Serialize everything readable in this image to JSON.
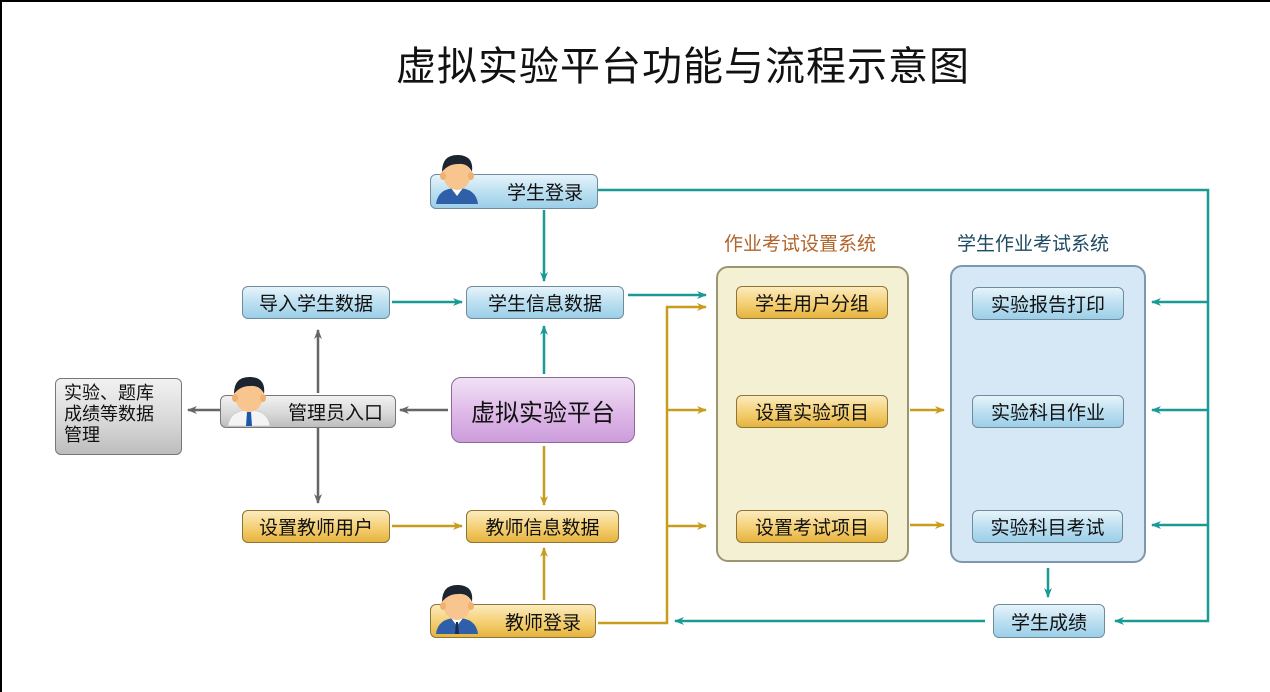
{
  "title": "虚拟实验平台功能与流程示意图",
  "colors": {
    "teal": "#1a9a96",
    "gold": "#c89c1c",
    "gray": "#666666",
    "setup_title": "#b2642a",
    "student_title": "#1e4a62"
  },
  "platform": {
    "label": "虚拟实验平台"
  },
  "student_login": {
    "label": "学生登录",
    "icon": "student-person-icon"
  },
  "teacher_login": {
    "label": "教师登录",
    "icon": "teacher-person-icon"
  },
  "admin_entry": {
    "label": "管理员入口",
    "icon": "admin-person-icon"
  },
  "admin_data": {
    "lines": [
      "实验、题库",
      "成绩等数据",
      "管理"
    ]
  },
  "import_students": {
    "label": "导入学生数据"
  },
  "student_info": {
    "label": "学生信息数据"
  },
  "set_teacher_users": {
    "label": "设置教师用户"
  },
  "teacher_info": {
    "label": "教师信息数据"
  },
  "setup_system": {
    "title": "作业考试设置系统",
    "items": [
      {
        "label": "学生用户分组"
      },
      {
        "label": "设置实验项目"
      },
      {
        "label": "设置考试项目"
      }
    ]
  },
  "student_system": {
    "title": "学生作业考试系统",
    "items": [
      {
        "label": "实验报告打印"
      },
      {
        "label": "实验科目作业"
      },
      {
        "label": "实验科目考试"
      }
    ]
  },
  "student_scores": {
    "label": "学生成绩"
  }
}
